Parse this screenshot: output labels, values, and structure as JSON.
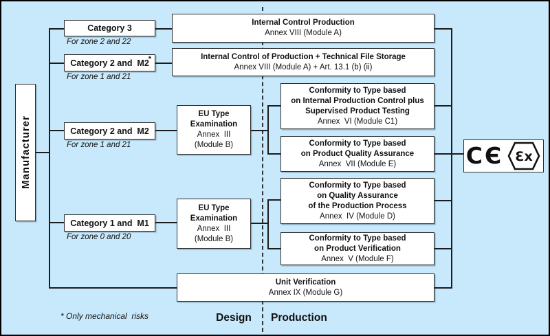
{
  "colors": {
    "background": "#c8e8fb",
    "box_fill": "#ffffff",
    "line": "#1c1c1c",
    "text": "#111111"
  },
  "manufacturer": {
    "label": "Manufacturer"
  },
  "categories": [
    {
      "label": "Category 3",
      "zone": "For zone 2 and 22",
      "asterisk": ""
    },
    {
      "label": "Category 2 and  M2",
      "zone": "For zone 1 and 21",
      "asterisk": "*"
    },
    {
      "label": "Category 2 and  M2",
      "zone": "For zone 1 and 21",
      "asterisk": ""
    },
    {
      "label": "Category 1 and  M1",
      "zone": "For zone 0 and 20",
      "asterisk": ""
    }
  ],
  "top_boxes": [
    {
      "title": "Internal Control Production",
      "subtitle": "Annex VIII (Module A)"
    },
    {
      "title": "Internal Control of Production + Technical File Storage",
      "subtitle": "Annex VIII (Module A) + Art. 13.1 (b) (ii)"
    }
  ],
  "eu_type_examination": {
    "line1": "EU Type",
    "line2": "Examination",
    "line3": "Annex  III",
    "line4": "(Module B)"
  },
  "conformity_boxes": [
    {
      "lines": [
        "Conformity to Type based",
        "on Internal Production Control plus",
        "Supervised Product Testing"
      ],
      "annex": "Annex  VI (Module C1)"
    },
    {
      "lines": [
        "Conformity to Type based",
        "on Product Quality Assurance"
      ],
      "annex": "Annex  VII (Module E)"
    },
    {
      "lines": [
        "Conformity to Type based",
        "on Quality Assurance",
        "of the Production Process"
      ],
      "annex": "Annex  IV (Module D)"
    },
    {
      "lines": [
        "Conformity to Type based",
        "on Product Verification"
      ],
      "annex": "Annex  V (Module F)"
    }
  ],
  "unit_verification": {
    "title": "Unit Verification",
    "subtitle": "Annex IX (Module G)"
  },
  "phases": {
    "design": "Design",
    "production": "Production"
  },
  "footnote": "* Only mechanical  risks",
  "ce_box": {
    "ce": "CЄ",
    "ex": "Ɛx"
  }
}
